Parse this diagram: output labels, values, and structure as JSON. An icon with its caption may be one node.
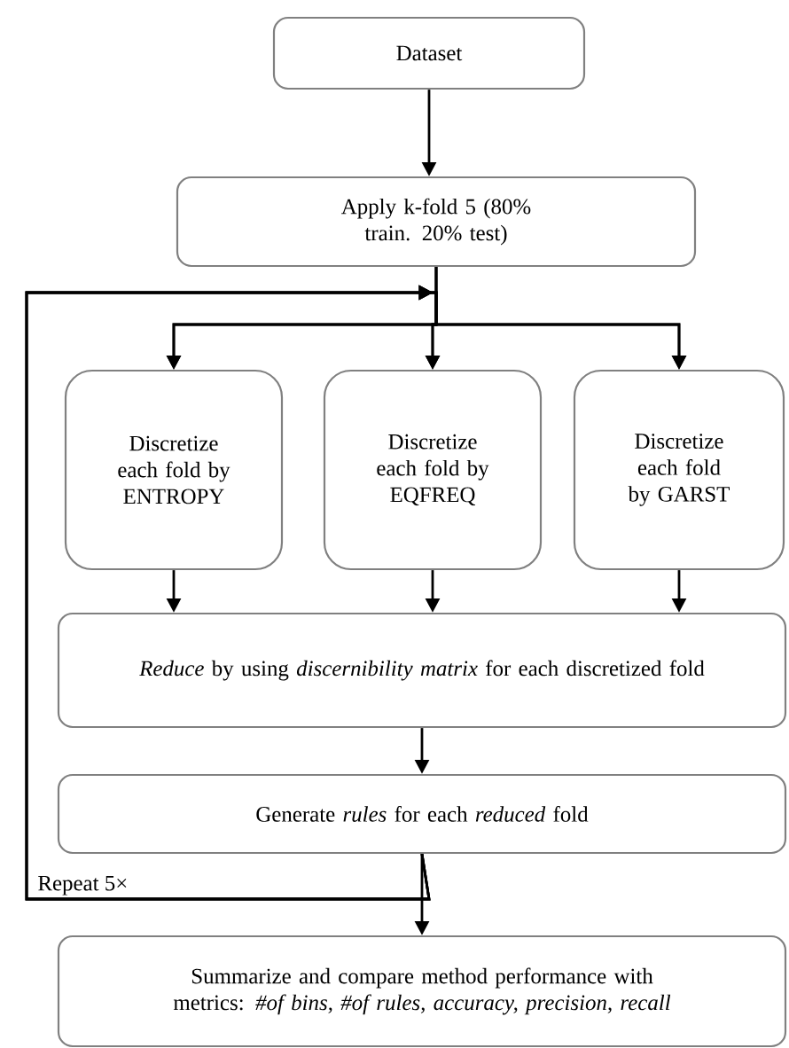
{
  "diagram": {
    "nodes": [
      {
        "text": [
          "Dataset"
        ]
      },
      {
        "text": [
          "Apply k-fold 5 (80% train. 20% test)"
        ]
      },
      {
        "text": [
          "Discretize each fold by ENTROPY"
        ]
      },
      {
        "text": [
          "Discretize each fold by EQFREQ"
        ]
      },
      {
        "text": [
          "Discretize each fold by GARST"
        ]
      },
      {
        "text": [
          "*Reduce* by using *discernibility matrix* for each discretized fold"
        ]
      },
      {
        "text": [
          "Generate *rules* for each *reduced* fold"
        ]
      },
      {
        "text": [
          "Summarize and compare method performance with metrics: *#of bins, #of rules, accuracy, precision, recall*"
        ]
      }
    ],
    "edges": [
      {
        "from": 0,
        "to": 1,
        "arrow": "to"
      },
      {
        "from": 1,
        "to": 2,
        "arrow": "to"
      },
      {
        "from": 1,
        "to": 3,
        "arrow": "to"
      },
      {
        "from": 1,
        "to": 4,
        "arrow": "to"
      },
      {
        "from": 2,
        "to": 5,
        "arrow": "to"
      },
      {
        "from": 3,
        "to": 5,
        "arrow": "to"
      },
      {
        "from": 4,
        "to": 5,
        "arrow": "to"
      },
      {
        "from": 5,
        "to": 6,
        "arrow": "to"
      },
      {
        "from": 6,
        "to": 7,
        "arrow": "to"
      },
      {
        "from": 6,
        "to": 2,
        "arrow": "to",
        "label": "Repeat 5×"
      },
      {
        "from": 6,
        "to": 3,
        "arrow": "to"
      },
      {
        "from": 6,
        "to": 4,
        "arrow": "to"
      }
    ]
  }
}
